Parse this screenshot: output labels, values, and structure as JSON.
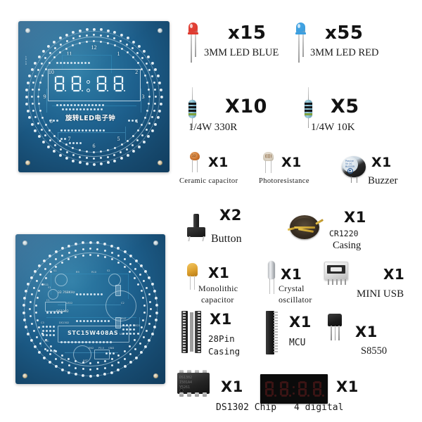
{
  "boards": {
    "top": {
      "name": "rotating-led-clock-pcb-front",
      "silk_title": "旋转LED电子钟",
      "clock_numerals": [
        "12",
        "1",
        "2",
        "3",
        "4",
        "5",
        "6",
        "7",
        "8",
        "9",
        "10",
        "11"
      ],
      "edge_text": "DIY KIT",
      "color": "#1d5f8c"
    },
    "bottom": {
      "name": "rotating-led-clock-pcb-back",
      "mcu_silk": "STC15W408AS",
      "rtc_silk": "DS1302",
      "crystal_silk": "32.768KHz",
      "labels": [
        "S1",
        "S2",
        "R9",
        "R10",
        "R11",
        "Y1",
        "C1",
        "C2",
        "C3",
        "DS1302",
        "BUZ",
        "EN2",
        "P3.0",
        "P3.1",
        "RST",
        "GND",
        "VCC",
        "LED1",
        "LED2",
        "U1"
      ],
      "color": "#1d5f8c"
    }
  },
  "parts": [
    {
      "id": "led-blue",
      "icon": "led-icon",
      "qty": "x15",
      "caption": "3MM LED BLUE",
      "body_color": "#e03a2f"
    },
    {
      "id": "led-red",
      "icon": "led-icon",
      "qty": "x55",
      "caption": "3MM LED RED",
      "body_color": "#3b9fe0"
    },
    {
      "id": "resistor-330r",
      "icon": "resistor-icon",
      "qty": "X10",
      "caption": "1/4W 330R"
    },
    {
      "id": "resistor-10k",
      "icon": "resistor-icon",
      "qty": "X5",
      "caption": "1/4W 10K"
    },
    {
      "id": "ceramic-capacitor",
      "icon": "ceramic-capacitor-icon",
      "qty": "X1",
      "caption": "Ceramic capacitor",
      "marking": "10"
    },
    {
      "id": "photoresistance",
      "icon": "photoresistor-icon",
      "qty": "X1",
      "caption": "Photoresistance"
    },
    {
      "id": "buzzer",
      "icon": "buzzer-icon",
      "qty": "X1",
      "caption": "Buzzer",
      "marking": "Passive\\n5V DC\\nBUZZER"
    },
    {
      "id": "button",
      "icon": "tact-button-icon",
      "qty": "X2",
      "caption": "Button"
    },
    {
      "id": "cr1220-casing",
      "icon": "coin-cell-holder-icon",
      "qty": "X1",
      "caption_line1": "CR1220",
      "caption_line2": "Casing"
    },
    {
      "id": "monolithic-capacitor",
      "icon": "monolithic-capacitor-icon",
      "qty": "X1",
      "caption_line1": "Monolithic",
      "caption_line2": "capacitor"
    },
    {
      "id": "crystal-oscillator",
      "icon": "crystal-oscillator-icon",
      "qty": "X1",
      "caption_line1": "Crystal",
      "caption_line2": "oscillator"
    },
    {
      "id": "mini-usb",
      "icon": "mini-usb-icon",
      "qty": "X1",
      "caption": "MINI USB"
    },
    {
      "id": "28pin-casing",
      "icon": "dip-socket-icon",
      "qty": "X1",
      "caption_line1": "28Pin",
      "caption_line2": "Casing"
    },
    {
      "id": "mcu",
      "icon": "pin-header-icon",
      "qty": "X1",
      "caption": "MCU"
    },
    {
      "id": "s8550",
      "icon": "transistor-to92-icon",
      "qty": "X1",
      "caption": "S8550"
    },
    {
      "id": "ds1302-chip",
      "icon": "soic-chip-icon",
      "qty": "X1",
      "caption": "DS1302 Chip",
      "marking": "DS1302\\nI501A4\\nY5261"
    },
    {
      "id": "4-digital",
      "icon": "seven-segment-display-icon",
      "qty": "X1",
      "caption": "4 digital"
    }
  ]
}
